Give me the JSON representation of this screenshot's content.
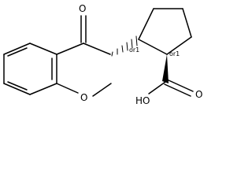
{
  "molecule": {
    "atoms": {
      "ketone_oxygen": "O",
      "methoxy_oxygen": "O",
      "acid_hydroxyl": "HO",
      "acid_oxygen": "O"
    },
    "stereo": {
      "c1": "or1",
      "c2": "or1"
    }
  }
}
